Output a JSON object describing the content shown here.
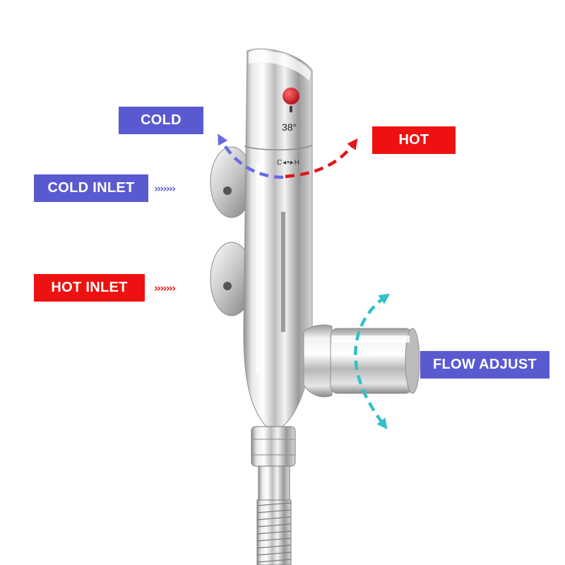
{
  "labels": {
    "cold": "COLD",
    "hot": "HOT",
    "cold_inlet": "COLD INLET",
    "hot_inlet": "HOT INLET",
    "flow_adjust": "FLOW ADJUST"
  },
  "tap_markings": {
    "temperature": "38°",
    "dial": "C◂•▸H"
  },
  "icons": {
    "inlet_arrow": "chevron-right-icon",
    "rotation_arrow": "curved-arrow-icon"
  },
  "colors": {
    "cold": "#5a5ad0",
    "hot": "#ee1111",
    "flow": "#33c0c8",
    "cold_indicator": "#6a6ae0",
    "hot_indicator": "#e01818",
    "knob_dot": "#d81820"
  }
}
